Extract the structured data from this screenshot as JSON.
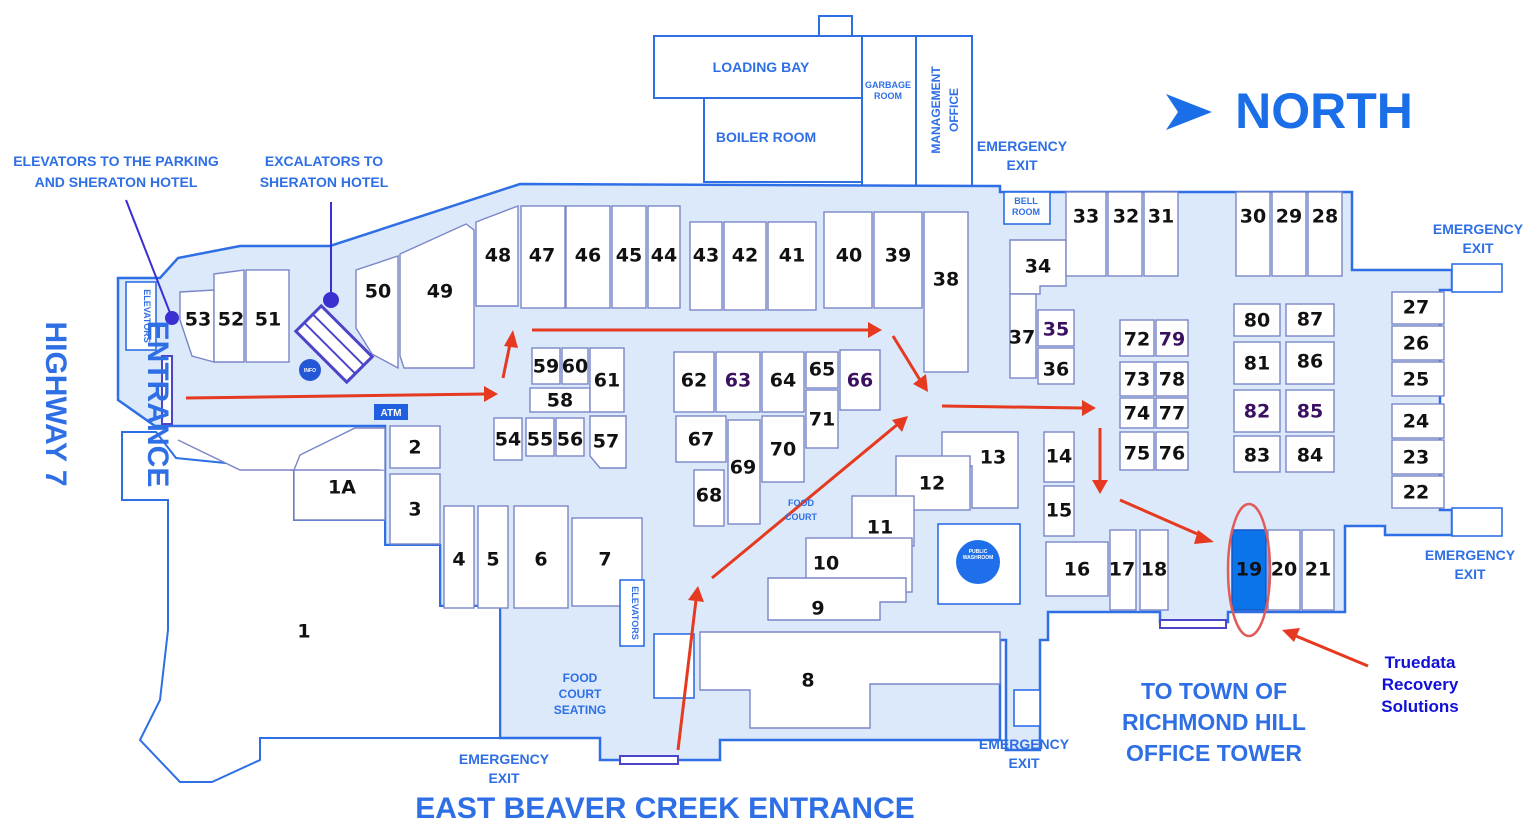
{
  "compass": {
    "direction": "NORTH"
  },
  "entrances": {
    "highway7": [
      "HIGHWAY 7",
      "ENTRANCE"
    ],
    "east_beaver_creek": "EAST BEAVER CREEK ENTRANCE",
    "office_tower": [
      "TO TOWN OF",
      "RICHMOND HILL",
      "OFFICE TOWER"
    ]
  },
  "callouts": {
    "elevators_parking": [
      "ELEVATORS TO THE PARKING",
      "AND SHERATON HOTEL"
    ],
    "escalators": [
      "EXCALATORS TO",
      "SHERATON HOTEL"
    ],
    "truedata": [
      "Truedata",
      "Recovery",
      "Solutions"
    ]
  },
  "rooms": {
    "loading_bay": "LOADING BAY",
    "boiler_room": "BOILER ROOM",
    "garbage_room": [
      "GARBAGE",
      "ROOM"
    ],
    "management_office": [
      "MANAGEMENT",
      "OFFICE"
    ],
    "bell_room": [
      "BELL",
      "ROOM"
    ],
    "elevators": "ELEVATORS",
    "food_court": [
      "FOOD",
      "COURT"
    ],
    "food_court_seating": [
      "FOOD",
      "COURT",
      "SEATING"
    ],
    "public_washroom": [
      "PUBLIC",
      "WASHROOM"
    ],
    "atm": "ATM",
    "info": "INFO"
  },
  "emergency_exit": [
    "EMERGENCY",
    "EXIT"
  ],
  "stores": {
    "s1": "1",
    "s1a": "1A",
    "s2": "2",
    "s3": "3",
    "s4": "4",
    "s5": "5",
    "s6": "6",
    "s7": "7",
    "s8": "8",
    "s9": "9",
    "s10": "10",
    "s11": "11",
    "s12": "12",
    "s13": "13",
    "s14": "14",
    "s15": "15",
    "s16": "16",
    "s17": "17",
    "s18": "18",
    "s19": "19",
    "s20": "20",
    "s21": "21",
    "s22": "22",
    "s23": "23",
    "s24": "24",
    "s25": "25",
    "s26": "26",
    "s27": "27",
    "s28": "28",
    "s29": "29",
    "s30": "30",
    "s31": "31",
    "s32": "32",
    "s33": "33",
    "s34": "34",
    "s35": "35",
    "s36": "36",
    "s37": "37",
    "s38": "38",
    "s39": "39",
    "s40": "40",
    "s41": "41",
    "s42": "42",
    "s43": "43",
    "s44": "44",
    "s45": "45",
    "s46": "46",
    "s47": "47",
    "s48": "48",
    "s49": "49",
    "s50": "50",
    "s51": "51",
    "s52": "52",
    "s53": "53",
    "s54": "54",
    "s55": "55",
    "s56": "56",
    "s57": "57",
    "s58": "58",
    "s59": "59",
    "s60": "60",
    "s61": "61",
    "s62": "62",
    "s63": "63",
    "s64": "64",
    "s65": "65",
    "s66": "66",
    "s67": "67",
    "s68": "68",
    "s69": "69",
    "s70": "70",
    "s71": "71",
    "s72": "72",
    "s73": "73",
    "s74": "74",
    "s75": "75",
    "s76": "76",
    "s77": "77",
    "s78": "78",
    "s79": "79",
    "s80": "80",
    "s81": "81",
    "s82": "82",
    "s83": "83",
    "s84": "84",
    "s85": "85",
    "s86": "86",
    "s87": "87"
  },
  "highlighted_store": "19",
  "colors": {
    "route": "#e53a20",
    "highlight": "#0b74ea",
    "label": "#2f6fe6",
    "floor": "#dce9fb"
  }
}
